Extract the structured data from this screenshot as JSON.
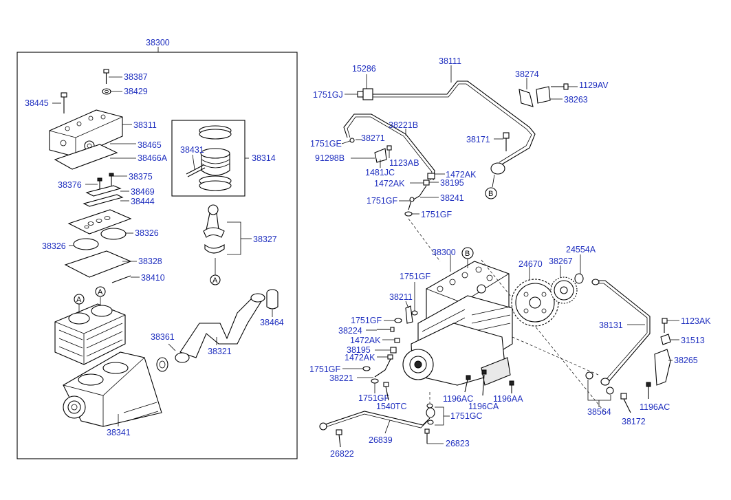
{
  "labels": {
    "l38300_box": "38300",
    "l38387": "38387",
    "l38429": "38429",
    "l38445": "38445",
    "l38311": "38311",
    "l38465": "38465",
    "l38466A": "38466A",
    "l38375": "38375",
    "l38376": "38376",
    "l38469": "38469",
    "l38444": "38444",
    "l38326r": "38326",
    "l38326l": "38326",
    "l38328": "38328",
    "l38410": "38410",
    "l38431": "38431",
    "l38314": "38314",
    "l38327": "38327",
    "l38464": "38464",
    "l38361": "38361",
    "l38321": "38321",
    "l38341": "38341",
    "l15286": "15286",
    "l38111": "38111",
    "l1751GJ": "1751GJ",
    "l38274": "38274",
    "l1129AV": "1129AV",
    "l38263": "38263",
    "l38221B": "38221B",
    "l1751GE": "1751GE",
    "l38271": "38271",
    "l38171": "38171",
    "l91298B": "91298B",
    "l1123AB": "1123AB",
    "l1481JC": "1481JC",
    "l1472AK_a": "1472AK",
    "l1472AK_b": "1472AK",
    "l38195_a": "38195",
    "l1751GF_a": "1751GF",
    "l38241": "38241",
    "l1751GF_b": "1751GF",
    "l38300_main": "38300",
    "l24670": "24670",
    "l38267": "38267",
    "l24554A": "24554A",
    "l1751GF_c": "1751GF",
    "l38211": "38211",
    "l1751GF_d": "1751GF",
    "l38224": "38224",
    "l1472AK_c": "1472AK",
    "l38195_b": "38195",
    "l1472AK_d": "1472AK",
    "l1751GF_e": "1751GF",
    "l38221": "38221",
    "l1751GF_f": "1751GF",
    "l1540TC": "1540TC",
    "l1196AC_a": "1196AC",
    "l1196CA": "1196CA",
    "l1196AA": "1196AA",
    "l1751GC": "1751GC",
    "l38131": "38131",
    "l1123AK": "1123AK",
    "l31513": "31513",
    "l38265": "38265",
    "l38564": "38564",
    "l38172": "38172",
    "l1196AC_b": "1196AC",
    "l26839": "26839",
    "l26823": "26823",
    "l26822": "26822"
  },
  "markers": {
    "A": "A",
    "B": "B"
  },
  "colors": {
    "label": "#1f2fbf",
    "line": "#000000",
    "background": "#ffffff"
  }
}
